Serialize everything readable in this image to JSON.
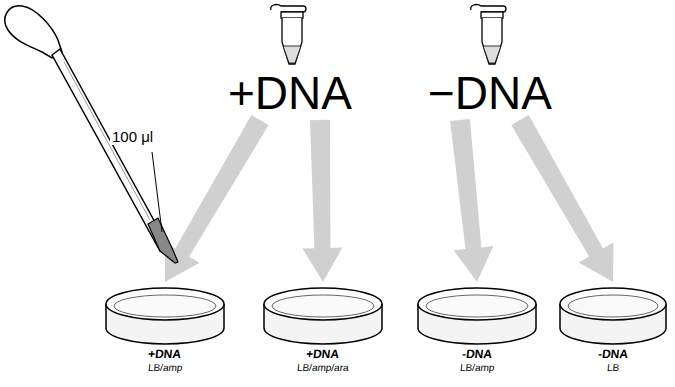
{
  "diagram": {
    "nodes": [
      {
        "text": [
          "+DNA"
        ]
      },
      {
        "text": [
          "−DNA"
        ]
      },
      {
        "text": [
          "+DNA",
          "LB/amp"
        ]
      },
      {
        "text": [
          "+DNA",
          "LB/amp/ara"
        ]
      },
      {
        "text": [
          "-DNA",
          "LB/amp"
        ]
      },
      {
        "text": [
          "-DNA",
          "LB"
        ]
      }
    ],
    "edges": [
      {
        "from": 0,
        "to": 2,
        "arrow": "to"
      },
      {
        "from": 0,
        "to": 3,
        "arrow": "to"
      },
      {
        "from": 1,
        "to": 4,
        "arrow": "to"
      },
      {
        "from": 1,
        "to": 5,
        "arrow": "to"
      }
    ],
    "labels": [
      "100 μl"
    ]
  }
}
